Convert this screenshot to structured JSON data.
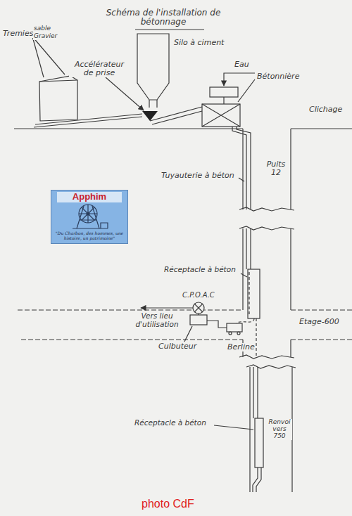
{
  "diagram": {
    "title": "Schéma de l'installation de bétonnage",
    "caption": "photo CdF",
    "nodes": [
      {
        "text": [
          "Apphim",
          "\"Du Charbon, des hommes, une histoire, un patrimoine\""
        ]
      }
    ],
    "labels": [
      "Tremies",
      "sable",
      "Gravier",
      "Accélérateur de prise",
      "Silo à ciment",
      "Eau",
      "Bétonnière",
      "Clichage",
      "Puits 12",
      "Tuyauterie à béton",
      "Réceptacle à béton",
      "C.P.O.A.C",
      "Vers lieu d'utilisation",
      "Etage-600",
      "Culbuteur",
      "Berline",
      "Réceptacle à béton",
      "Renvoi vers 750"
    ]
  }
}
